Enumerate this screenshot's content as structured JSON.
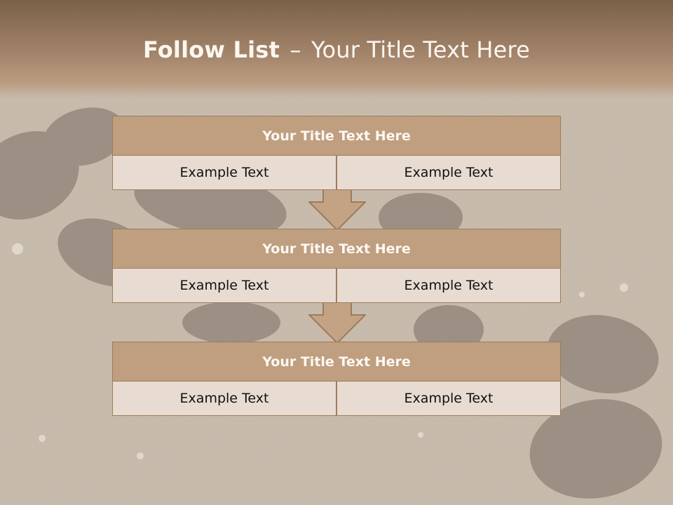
{
  "slide": {
    "title_bold": "Follow List",
    "title_dash": "–",
    "title_rest": "Your Title Text Here"
  },
  "blocks": [
    {
      "title": "Your Title Text Here",
      "left": "Example Text",
      "right": "Example Text"
    },
    {
      "title": "Your Title Text Here",
      "left": "Example Text",
      "right": "Example Text"
    },
    {
      "title": "Your Title Text Here",
      "left": "Example Text",
      "right": "Example Text"
    }
  ],
  "colors": {
    "header": "#a3846a",
    "title_bar": "#bf9f80",
    "cell": "#e8dcd2",
    "border": "#9e7b59",
    "arrow_fill": "#c3a384"
  }
}
